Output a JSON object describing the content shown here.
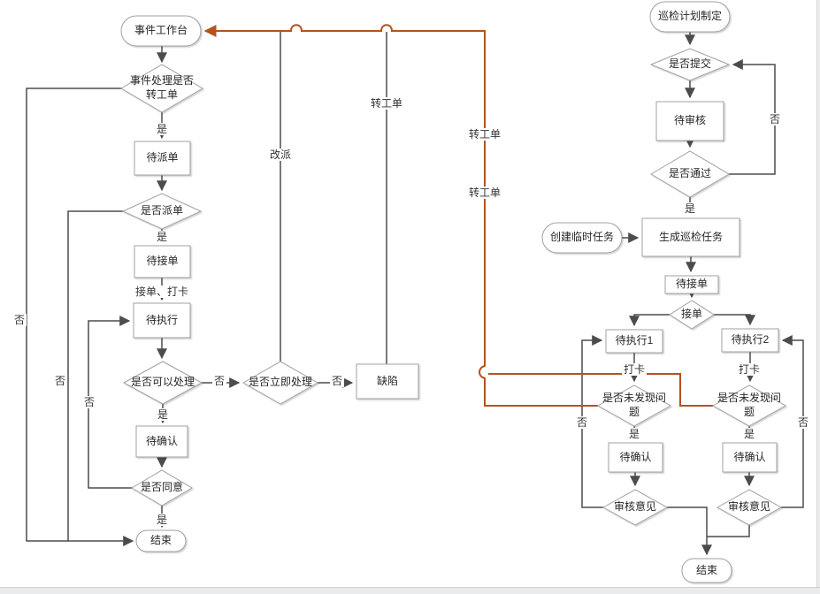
{
  "flow_event": {
    "start": "事件工作台",
    "decision_transfer": "事件处理是否转工单",
    "pending_dispatch": "待派单",
    "decision_dispatch": "是否派单",
    "pending_accept": "待接单",
    "pending_execute": "待执行",
    "decision_can_handle": "是否可以处理",
    "pending_confirm": "待确认",
    "decision_agree": "是否同意",
    "end": "结束",
    "decision_immediate": "是否立即处理",
    "defect": "缺陷"
  },
  "flow_inspection": {
    "start": "巡检计划制定",
    "decision_submit": "是否提交",
    "pending_review": "待审核",
    "decision_pass": "是否通过",
    "create_temp_task": "创建临时任务",
    "generate_task": "生成巡检任务",
    "pending_accept": "待接单",
    "decision_accept": "接单",
    "pending_execute_1": "待执行1",
    "pending_execute_2": "待执行2",
    "decision_no_problem_1": "是否未发现问题",
    "decision_no_problem_2": "是否未发现问题",
    "pending_confirm_1": "待确认",
    "pending_confirm_2": "待确认",
    "review_opinion_1": "审核意见",
    "review_opinion_2": "审核意见",
    "end": "结束"
  },
  "edge_labels": {
    "yes": "是",
    "no": "否",
    "reassign": "改派",
    "transfer_order": "转工单",
    "accept_and_punch": "接单、打卡",
    "punch_in": "打卡"
  },
  "colors": {
    "edge": "#4c4c4c",
    "highlight": "#b4531f",
    "shape_border": "#a0a0a0",
    "shape_fill": "#ffffff"
  }
}
